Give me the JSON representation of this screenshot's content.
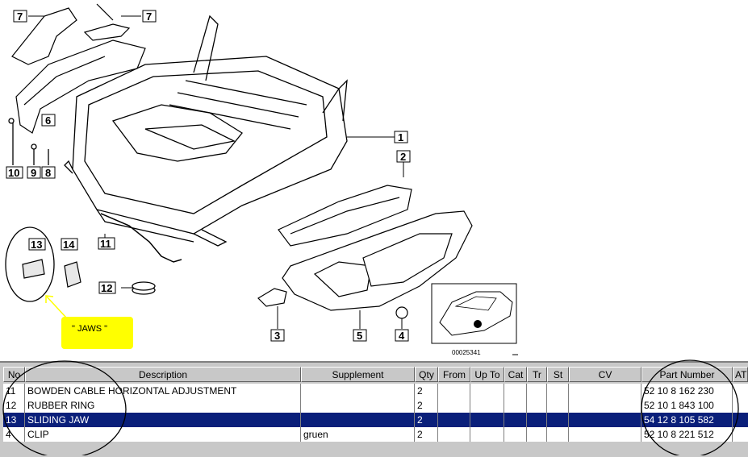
{
  "diagram": {
    "image_code": "00025341",
    "callouts": [
      "1",
      "2",
      "3",
      "4",
      "5",
      "6",
      "7",
      "7",
      "8",
      "9",
      "10",
      "11",
      "12",
      "13",
      "14"
    ],
    "note_label": "\" JAWS \""
  },
  "table": {
    "columns": [
      "No",
      "Description",
      "Supplement",
      "Qty",
      "From",
      "Up To",
      "Cat",
      "Tr",
      "St",
      "CV",
      "Part Number",
      "AT"
    ],
    "rows": [
      {
        "no": "11",
        "description": "BOWDEN CABLE HORIZONTAL ADJUSTMENT",
        "supplement": "",
        "qty": "2",
        "part_number": "52 10 8 162 230",
        "selected": false
      },
      {
        "no": "12",
        "description": "RUBBER RING",
        "supplement": "",
        "qty": "2",
        "part_number": "52 10 1 843 100",
        "selected": false
      },
      {
        "no": "13",
        "description": "SLIDING JAW",
        "supplement": "",
        "qty": "2",
        "part_number": "54 12 8 105 582",
        "selected": true
      },
      {
        "no": "4",
        "description": "CLIP",
        "supplement": "gruen",
        "qty": "2",
        "part_number": "52 10 8 221 512",
        "selected": false
      }
    ]
  },
  "colors": {
    "selection": "#0a1f7a",
    "note_background": "#ffff00",
    "header_background": "#c8c8c8"
  }
}
